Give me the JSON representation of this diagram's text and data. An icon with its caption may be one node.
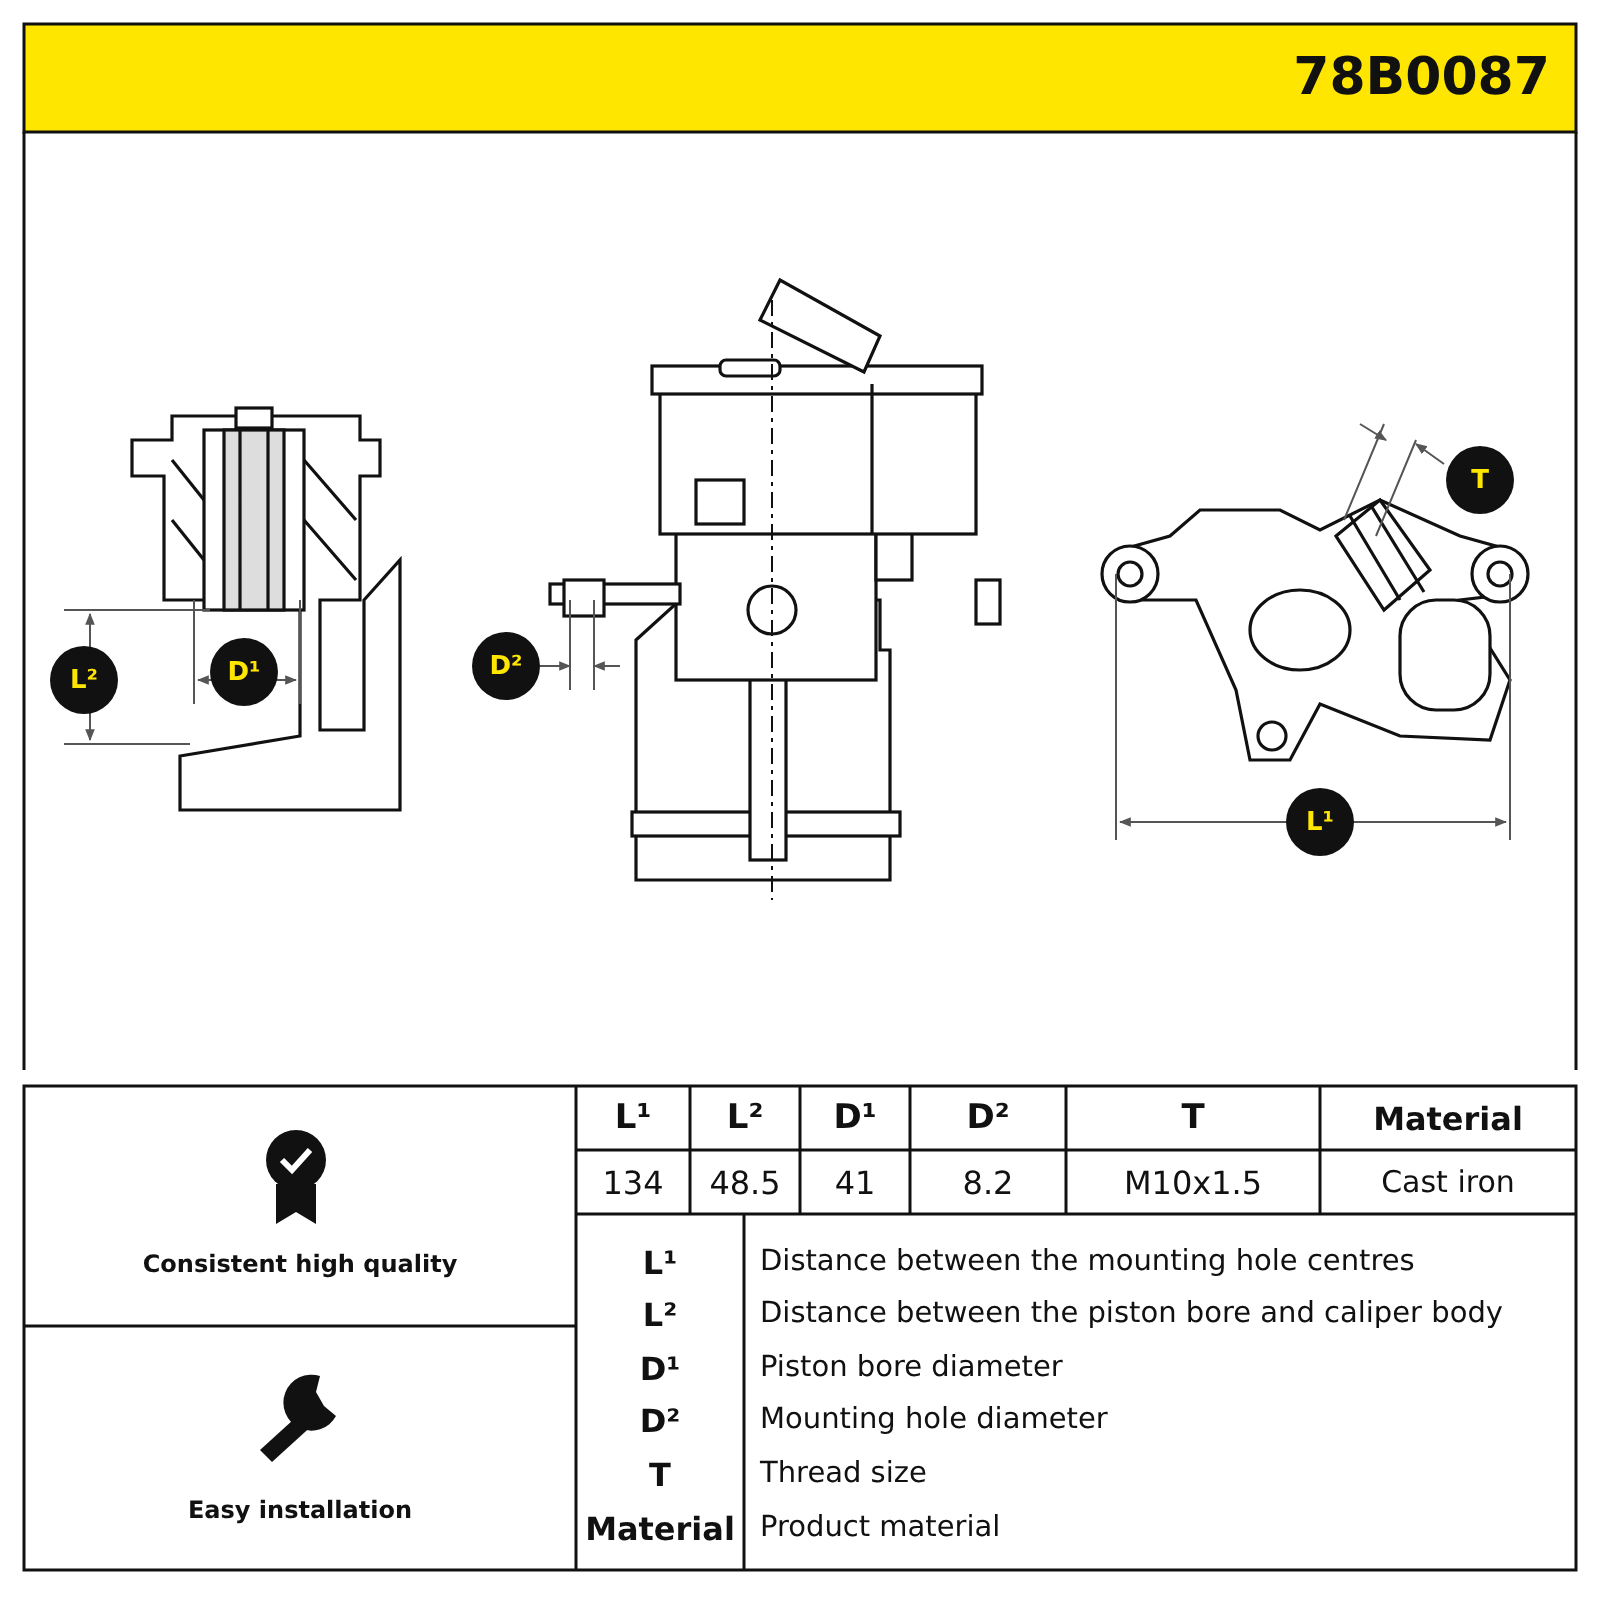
{
  "diagram": {
    "labels": [
      "78B0087",
      "T",
      "L²",
      "D¹",
      "D²",
      "L¹",
      "L¹",
      "L²",
      "D¹",
      "D²",
      "T",
      "Material",
      "134",
      "48.5",
      "41",
      "8.2",
      "M10x1.5",
      "Cast iron",
      "Consistent high quality",
      "L¹",
      "Distance between the mounting hole centres",
      "L²",
      "Distance between the piston bore and caliper body",
      "D¹",
      "Piston bore diameter",
      "D²",
      "Mounting hole diameter",
      "T",
      "Thread size",
      "Material",
      "Product material",
      "Easy installation"
    ]
  }
}
